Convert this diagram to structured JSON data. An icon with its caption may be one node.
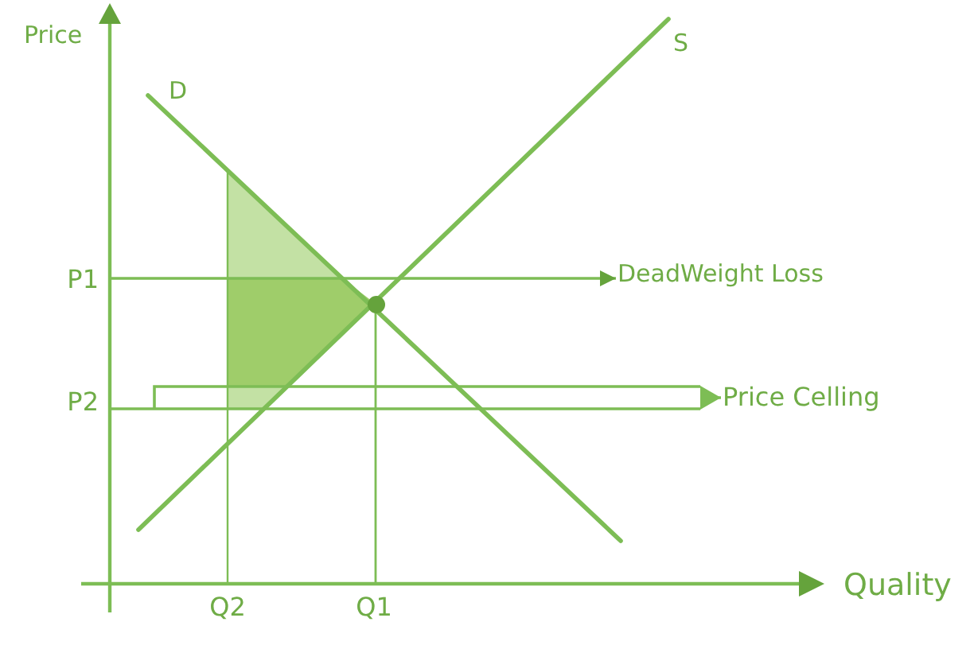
{
  "diagram": {
    "nodes": [
      {
        "text": [
          "DeadWeight Loss"
        ]
      },
      {
        "text": [
          "Price Celling"
        ]
      }
    ],
    "edges": [
      {
        "from": null,
        "to": 0,
        "arrow": "to"
      },
      {
        "from": null,
        "to": 1,
        "arrow": "to"
      }
    ],
    "labels": [
      "Price",
      "S",
      "D",
      "P1",
      "P2",
      "Quality",
      "Q2",
      "Q1"
    ]
  }
}
